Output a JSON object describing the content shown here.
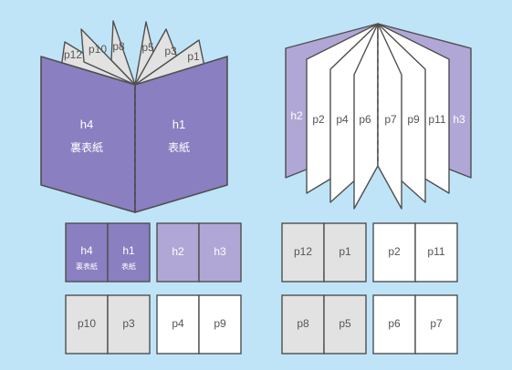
{
  "colors": {
    "background": "#bfe4f7",
    "cover_dark": "#8a7fc0",
    "cover_light": "#b1a7d6",
    "page_gray": "#e2e2e2",
    "page_white": "#ffffff",
    "stroke": "#4f4f4f",
    "text_on_cover": "#ffffff",
    "text_on_page": "#555555"
  },
  "book_closed": {
    "left_cover": {
      "page": "h4",
      "caption": "裏表紙"
    },
    "right_cover": {
      "page": "h1",
      "caption": "表紙"
    },
    "top_pages": [
      "p12",
      "p10",
      "p8",
      "p5",
      "p3",
      "p1"
    ]
  },
  "book_open": {
    "pages": [
      "h2",
      "p2",
      "p4",
      "p6",
      "p7",
      "p9",
      "p11",
      "h3"
    ]
  },
  "spreads": {
    "outer_cover": {
      "left": "h4",
      "left_caption": "裏表紙",
      "right": "h1",
      "right_caption": "表紙"
    },
    "inner_cover": {
      "left": "h2",
      "right": "h3"
    },
    "row1_right_a": {
      "left": "p12",
      "right": "p1"
    },
    "row1_right_b": {
      "left": "p2",
      "right": "p11"
    },
    "row2_left_a": {
      "left": "p10",
      "right": "p3"
    },
    "row2_left_b": {
      "left": "p4",
      "right": "p9"
    },
    "row2_right_a": {
      "left": "p8",
      "right": "p5"
    },
    "row2_right_b": {
      "left": "p6",
      "right": "p7"
    }
  }
}
